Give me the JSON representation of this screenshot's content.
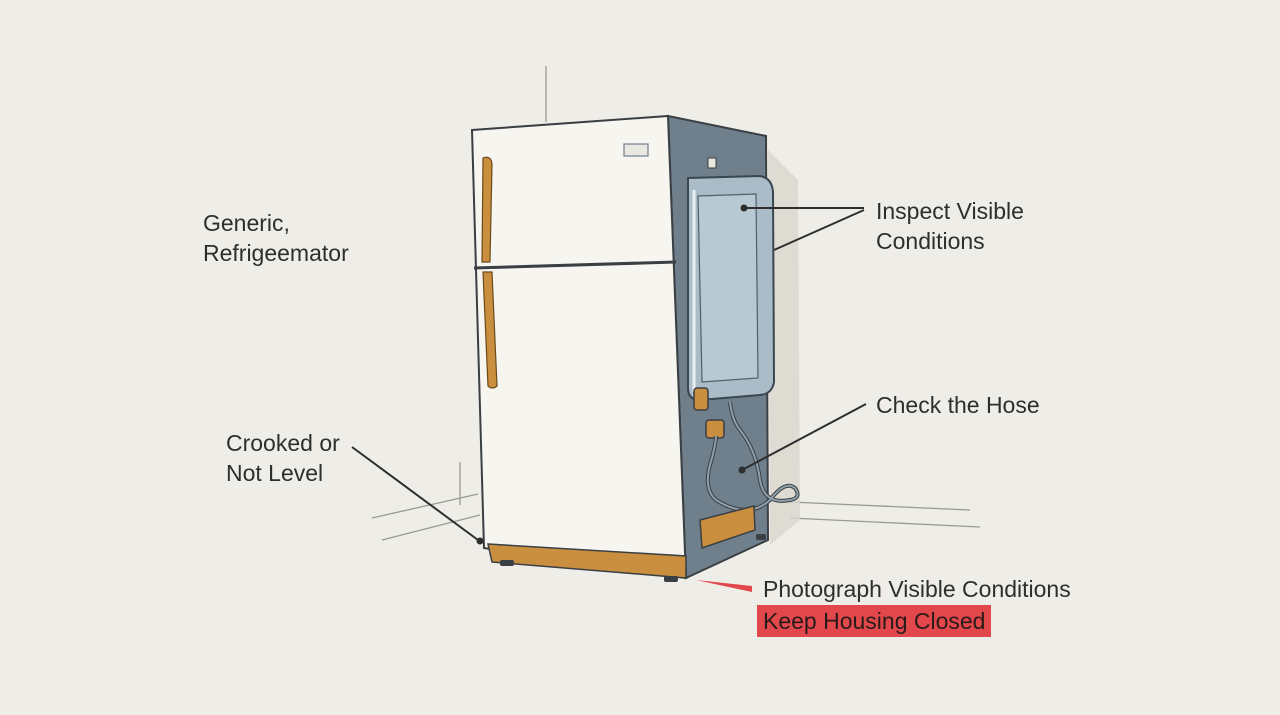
{
  "labels": {
    "refrigerator_line1": "Generic,",
    "refrigerator_line2": "Refrigeemator",
    "inspect_line1": "Inspect Visible",
    "inspect_line2": "Conditions",
    "crooked_line1": "Crooked or",
    "crooked_line2": "Not Level",
    "hose": "Check the Hose",
    "photograph": "Photograph Visible Conditions",
    "keep_closed": "Keep Housing Closed"
  },
  "colors": {
    "background": "#efede7",
    "fridge_body": "#f6f5f0",
    "side_panel": "#6f7f8c",
    "coil_panel": "#a9bcc8",
    "handle": "#c98f3e",
    "base_trim": "#c98f3e",
    "highlight": "#e2474b"
  }
}
